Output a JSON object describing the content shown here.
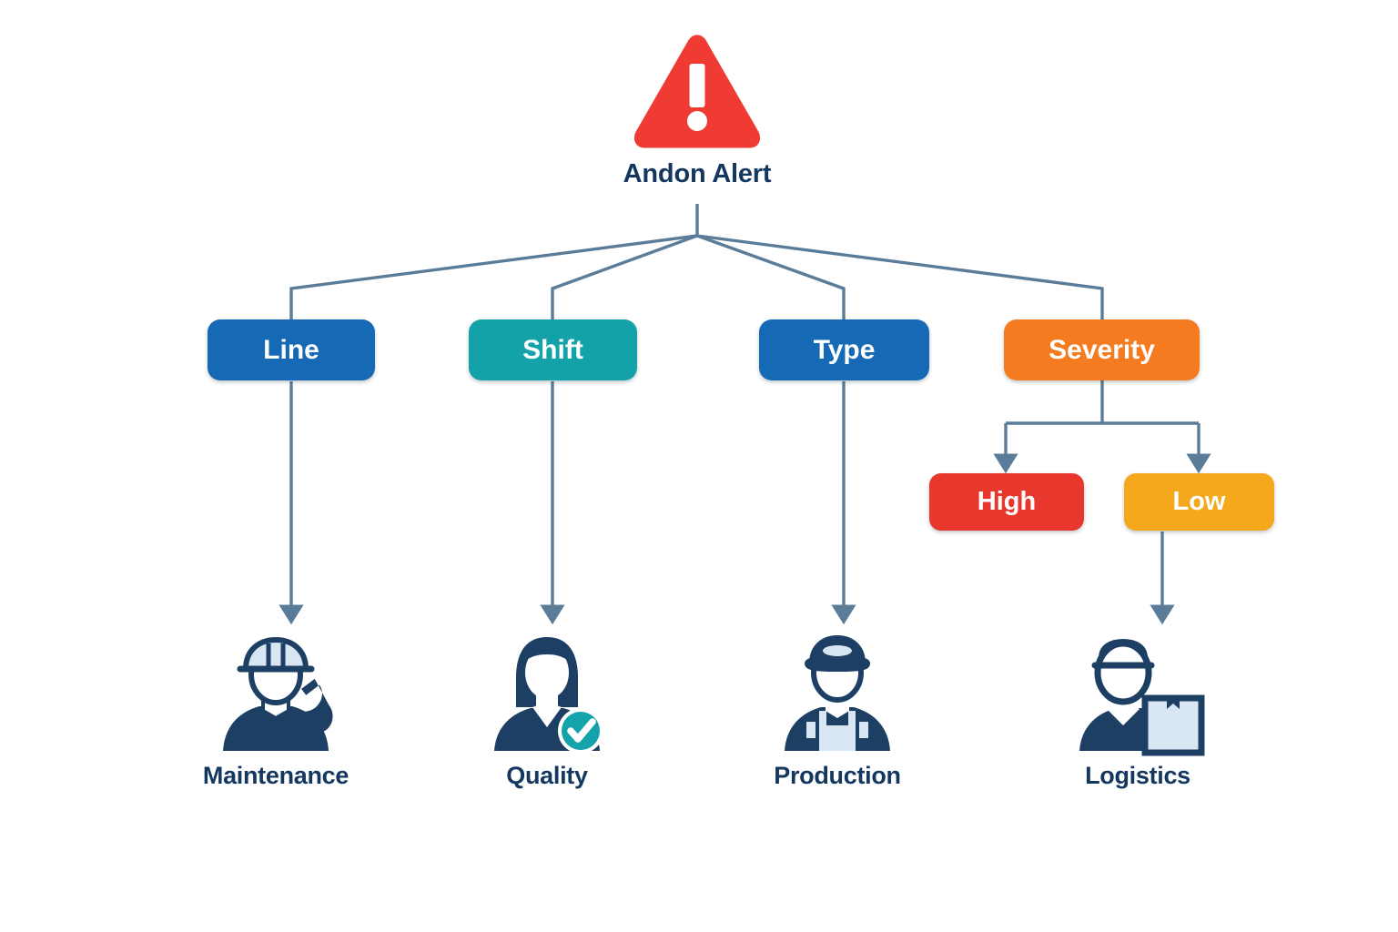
{
  "diagram": {
    "type": "hierarchy-tree",
    "background": "#ffffff",
    "connector_color": "#5b7c99",
    "label_color": "#14375f",
    "root": {
      "id": "andon-alert",
      "label": "Andon Alert",
      "icon": "warning-triangle-icon",
      "icon_color": "#ef3b33"
    },
    "level1": [
      {
        "id": "line",
        "label": "Line",
        "color": "#1569b5",
        "icon": null
      },
      {
        "id": "shift",
        "label": "Shift",
        "color": "#12a2a8",
        "icon": null
      },
      {
        "id": "type",
        "label": "Type",
        "color": "#1569b5",
        "icon": null
      },
      {
        "id": "severity",
        "label": "Severity",
        "color": "#f47b20",
        "icon": null
      }
    ],
    "level2": [
      {
        "id": "high",
        "label": "High",
        "color": "#e8372d",
        "parent": "severity"
      },
      {
        "id": "low",
        "label": "Low",
        "color": "#f5a81c",
        "parent": "severity"
      }
    ],
    "leaves": [
      {
        "id": "maintenance",
        "label": "Maintenance",
        "icon": "worker-helmet-wrench-icon",
        "parent": "line"
      },
      {
        "id": "quality",
        "label": "Quality",
        "icon": "inspector-check-icon",
        "parent": "shift"
      },
      {
        "id": "production",
        "label": "Production",
        "icon": "operator-cap-overalls-icon",
        "parent": "type"
      },
      {
        "id": "logistics",
        "label": "Logistics",
        "icon": "handler-package-icon",
        "parent": "low"
      }
    ]
  }
}
